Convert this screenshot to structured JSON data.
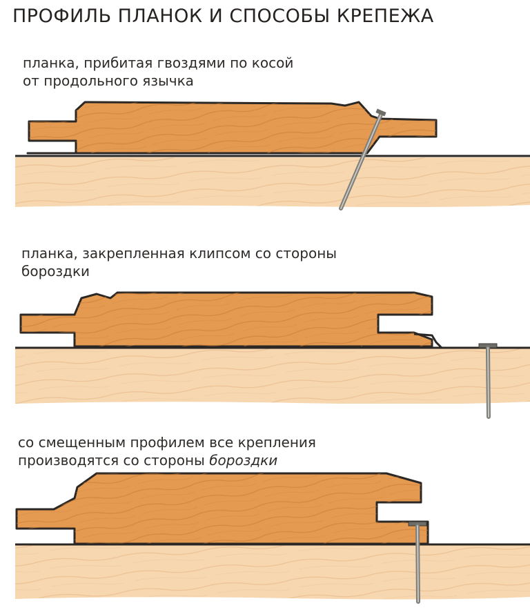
{
  "title": "ПРОФИЛЬ ПЛАНОК И СПОСОБЫ КРЕПЕЖА",
  "sections": [
    {
      "line1": "планка, прибитая гвоздями по косой",
      "line2": "от продольного язычка"
    },
    {
      "line1": "планка, закрепленная клипсом со стороны",
      "line2": "бороздки"
    },
    {
      "line1": "со смещенным профилем все крепления",
      "line2_plain": "производятся со стороны ",
      "line2_italic": "бороздки"
    }
  ],
  "colors": {
    "wood_board": "#e59a52",
    "wood_base": "#f7d7b0",
    "outline": "#2b2724",
    "nail": "#9a9893"
  }
}
